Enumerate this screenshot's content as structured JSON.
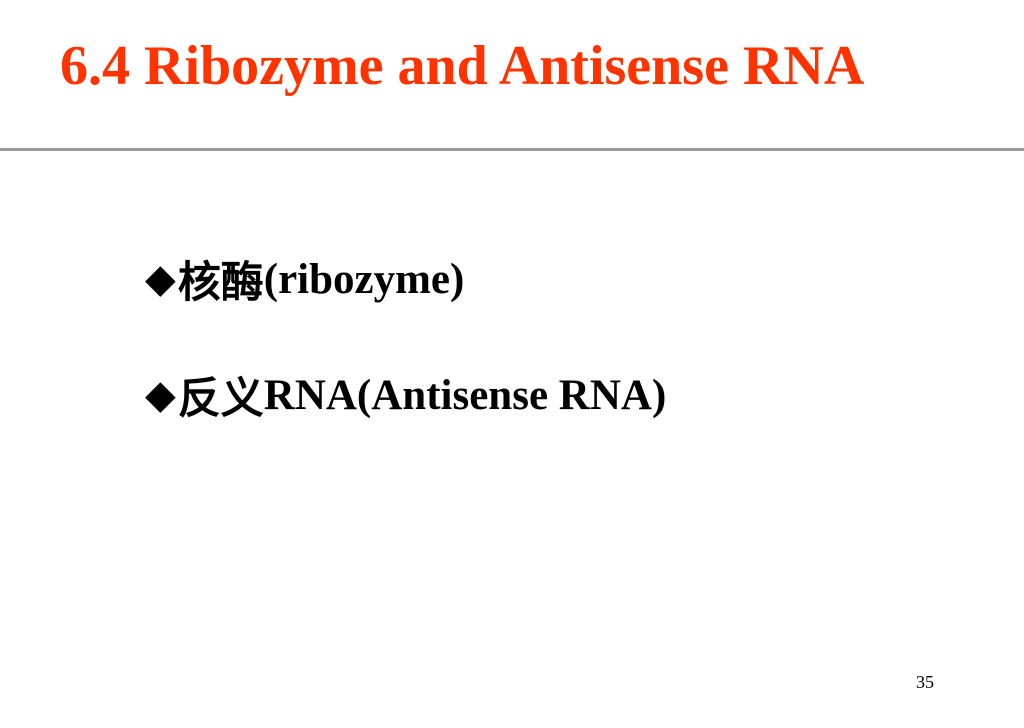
{
  "slide": {
    "title": "6.4 Ribozyme and Antisense RNA",
    "title_color": "#ff3300",
    "bullet_marker": "◆",
    "bullets": [
      {
        "cjk": "核酶",
        "text": "(ribozyme)"
      },
      {
        "cjk": "反义",
        "text": "RNA(Antisense RNA)"
      }
    ],
    "page_number": "35"
  }
}
